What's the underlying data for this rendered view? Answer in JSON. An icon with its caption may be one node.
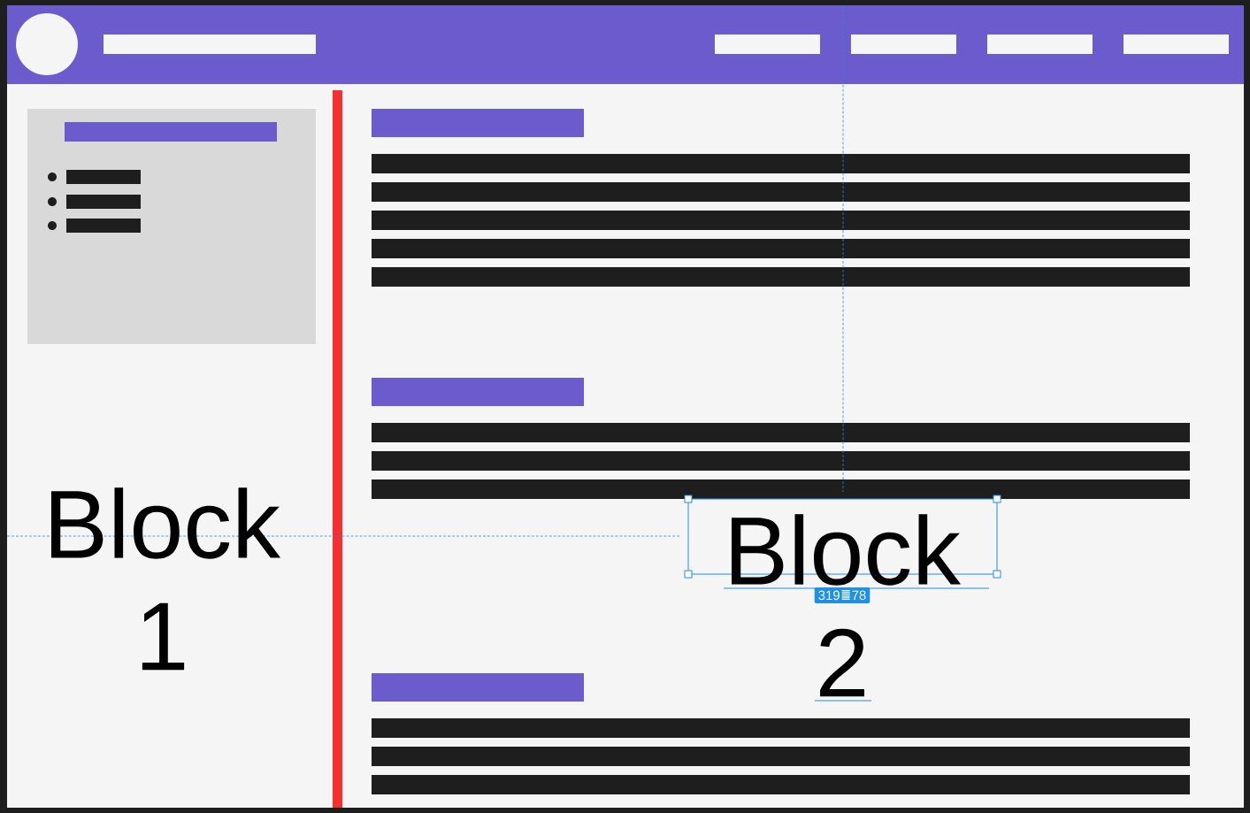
{
  "diagram": {
    "labels": [
      "Block 1",
      "Block 2",
      "319",
      "78"
    ]
  }
}
